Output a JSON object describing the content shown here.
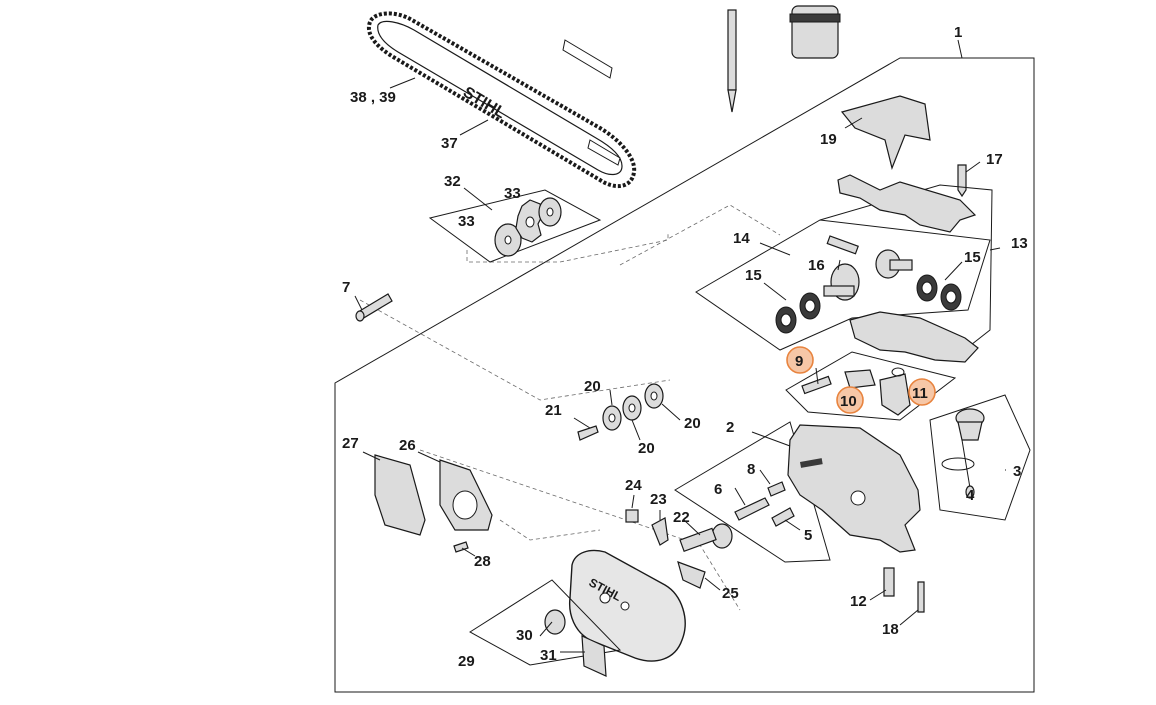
{
  "colors": {
    "line": "#1a1a1a",
    "part_fill": "#dcdcdc",
    "highlight_fill": "#f6c7a7",
    "highlight_stroke": "#e8843f"
  },
  "brand_logo": "STIHL",
  "callouts": {
    "n1": "1",
    "n2": "2",
    "n3": "3",
    "n4": "4",
    "n5": "5",
    "n6": "6",
    "n7": "7",
    "n8": "8",
    "n9": "9",
    "n10": "10",
    "n11": "11",
    "n12": "12",
    "n13": "13",
    "n14": "14",
    "n15a": "15",
    "n15b": "15",
    "n16": "16",
    "n17": "17",
    "n18": "18",
    "n19": "19",
    "n20a": "20",
    "n20b": "20",
    "n20c": "20",
    "n21": "21",
    "n22": "22",
    "n23": "23",
    "n24": "24",
    "n25": "25",
    "n26": "26",
    "n27": "27",
    "n28": "28",
    "n29": "29",
    "n30": "30",
    "n31": "31",
    "n32": "32",
    "n33a": "33",
    "n33b": "33",
    "n37": "37",
    "n3839": "38 , 39"
  },
  "highlighted": [
    "9",
    "10",
    "11"
  ]
}
